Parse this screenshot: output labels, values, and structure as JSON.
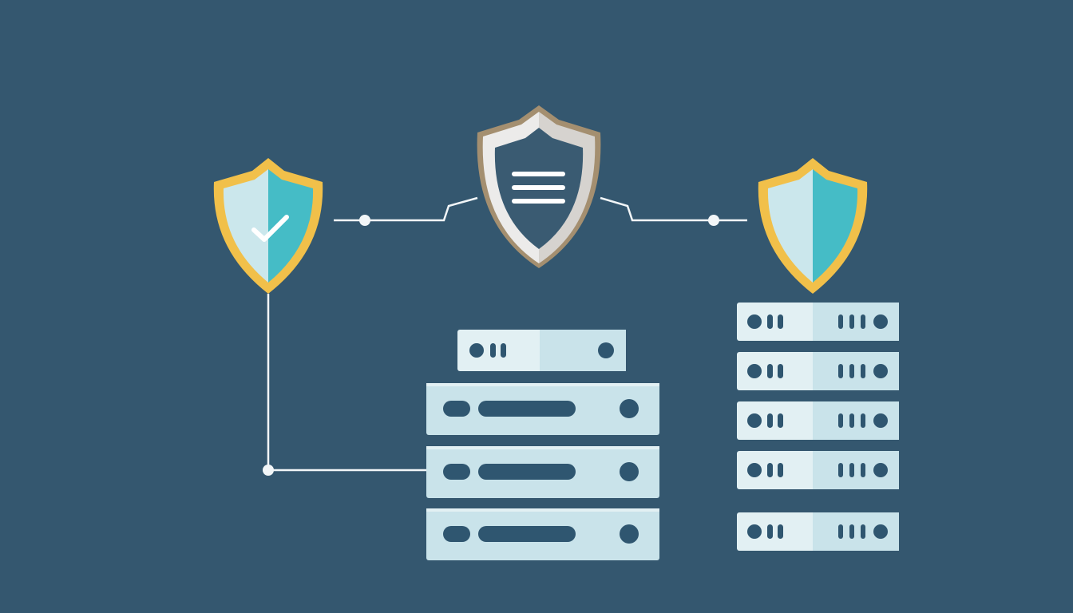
{
  "colors": {
    "background": "#34576f",
    "connector": "#f2f6f8",
    "shield_gold": "#f1c04a",
    "shield_teal": "#45bcc6",
    "shield_light": "#cbe7ec",
    "shield_silver": "#ecebea",
    "shield_bronze": "#a48f70",
    "shield_center_fill": "#3a5b72",
    "server_light": "#e2f0f3",
    "server_mid": "#c9e3ea",
    "server_detail": "#2f5670"
  },
  "shields": [
    {
      "id": "left",
      "icon": "checkmark-icon",
      "style": "gold-teal"
    },
    {
      "id": "center",
      "icon": "list-lines-icon",
      "style": "silver-bronze"
    },
    {
      "id": "right",
      "icon": "none",
      "style": "gold-teal"
    }
  ],
  "server_stacks": [
    {
      "id": "center-stack",
      "units": 4,
      "icon": "server-rack-icon"
    },
    {
      "id": "right-stack",
      "units": 5,
      "icon": "server-rack-icon"
    }
  ]
}
